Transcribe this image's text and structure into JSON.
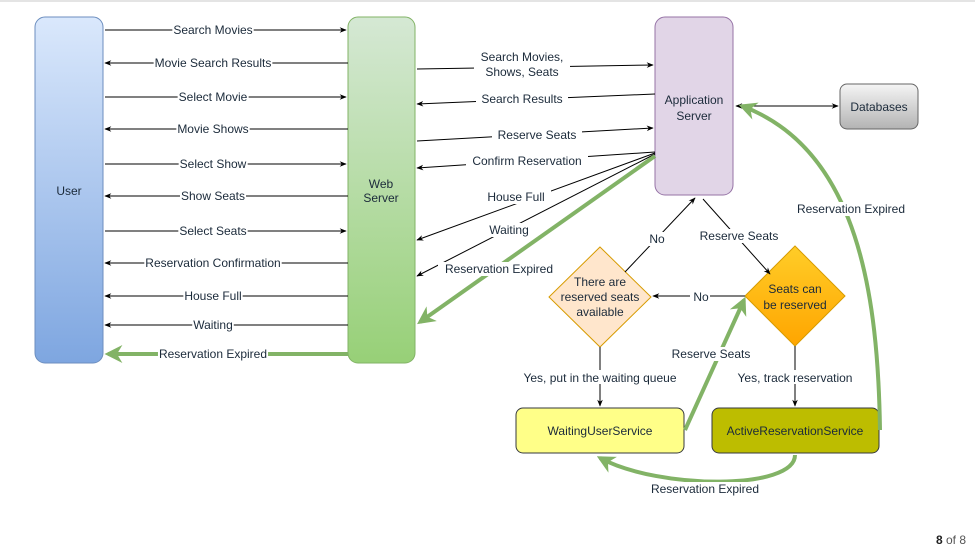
{
  "nodes": {
    "user": "User",
    "web_server_l1": "Web",
    "web_server_l2": "Server",
    "app_server_l1": "Application",
    "app_server_l2": "Server",
    "databases": "Databases",
    "reserved_available_l1": "There are",
    "reserved_available_l2": "reserved seats",
    "reserved_available_l3": "available",
    "seats_reservable_l1": "Seats can",
    "seats_reservable_l2": "be reserved",
    "waiting_service": "WaitingUserService",
    "active_service": "ActiveReservationService"
  },
  "user_web_messages": [
    {
      "label": "Search Movies",
      "direction": "to-web"
    },
    {
      "label": "Movie Search Results",
      "direction": "to-user"
    },
    {
      "label": "Select Movie",
      "direction": "to-web"
    },
    {
      "label": "Movie Shows",
      "direction": "to-user"
    },
    {
      "label": "Select Show",
      "direction": "to-web"
    },
    {
      "label": "Show Seats",
      "direction": "to-user"
    },
    {
      "label": "Select Seats",
      "direction": "to-web"
    },
    {
      "label": "Reservation Confirmation",
      "direction": "to-user"
    },
    {
      "label": "House Full",
      "direction": "to-user"
    },
    {
      "label": "Waiting",
      "direction": "to-user"
    },
    {
      "label": "Reservation Expired",
      "direction": "to-user",
      "highlight": true
    }
  ],
  "web_app_messages": {
    "search_l1": "Search Movies,",
    "search_l2": "Shows, Seats",
    "search_results": "Search Results",
    "reserve_seats": "Reserve Seats",
    "confirm_reservation": "Confirm Reservation",
    "house_full": "House Full",
    "waiting": "Waiting",
    "reservation_expired": "Reservation Expired"
  },
  "flow_labels": {
    "no_up": "No",
    "reserve_seats_down": "Reserve Seats",
    "no_left": "No",
    "reserve_seats_green": "Reserve Seats",
    "yes_waiting": "Yes, put in the waiting queue",
    "yes_track": "Yes, track reservation",
    "expired_right": "Reservation Expired",
    "expired_bottom": "Reservation Expired"
  },
  "colors": {
    "highlight_green": "#82b366",
    "arrow_black": "#000000"
  },
  "pager": {
    "current": "8",
    "of_label": "of 8"
  }
}
